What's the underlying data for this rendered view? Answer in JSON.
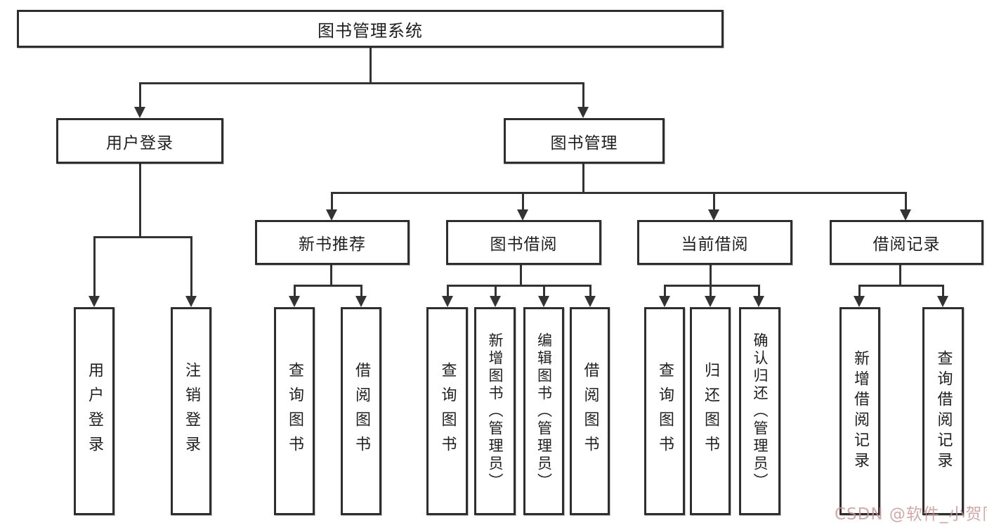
{
  "diagram_title": "图书管理系统",
  "nodes": {
    "root": "图书管理系统",
    "userLogin": "用户登录",
    "bookMgmt": "图书管理",
    "newBookRec": "新书推荐",
    "bookBorrow": "图书借阅",
    "currentBorrow": "当前借阅",
    "borrowRecord": "借阅记录",
    "leafUserLogin": "用户登录",
    "leafLogout": "注销登录",
    "leafQueryBook1": "查询图书",
    "leafBorrowBook1": "借阅图书",
    "leafQueryBook2": "查询图书",
    "leafAddBook": "新增图书（管理员）",
    "leafEditBook": "编辑图书（管理员）",
    "leafBorrowBook2": "借阅图书",
    "leafQueryBook3": "查询图书",
    "leafReturnBook": "归还图书",
    "leafConfirmReturn": "确认归还（管理员）",
    "leafAddRecord": "新增借阅记录",
    "leafQueryRecord": "查询借阅记录"
  },
  "hierarchy": {
    "图书管理系统": {
      "用户登录": [
        "用户登录",
        "注销登录"
      ],
      "图书管理": {
        "新书推荐": [
          "查询图书",
          "借阅图书"
        ],
        "图书借阅": [
          "查询图书",
          "新增图书（管理员）",
          "编辑图书（管理员）",
          "借阅图书"
        ],
        "当前借阅": [
          "查询图书",
          "归还图书",
          "确认归还（管理员）"
        ],
        "借阅记录": [
          "新增借阅记录",
          "查询借阅记录"
        ]
      }
    }
  },
  "watermark": {
    "text": "CSDN @软件_小贺同学",
    "color": "#c69494"
  },
  "colors": {
    "background": "#ffffff",
    "line": "#333333",
    "box_border": "#2e2e2e",
    "text": "#1f1f1f"
  }
}
